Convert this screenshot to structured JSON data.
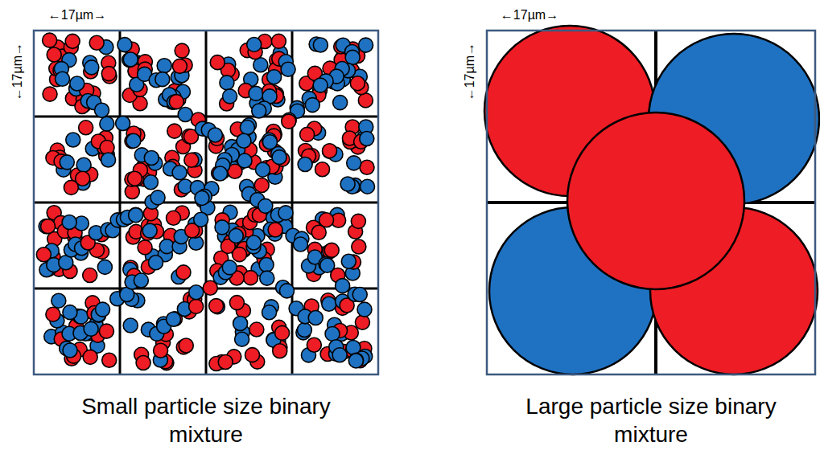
{
  "diagram": {
    "labels": [
      "←17µm→",
      "←17µm→",
      "Small particle size binary mixture",
      "←17µm→",
      "←17µm→",
      "Large particle size binary mixture"
    ]
  }
}
